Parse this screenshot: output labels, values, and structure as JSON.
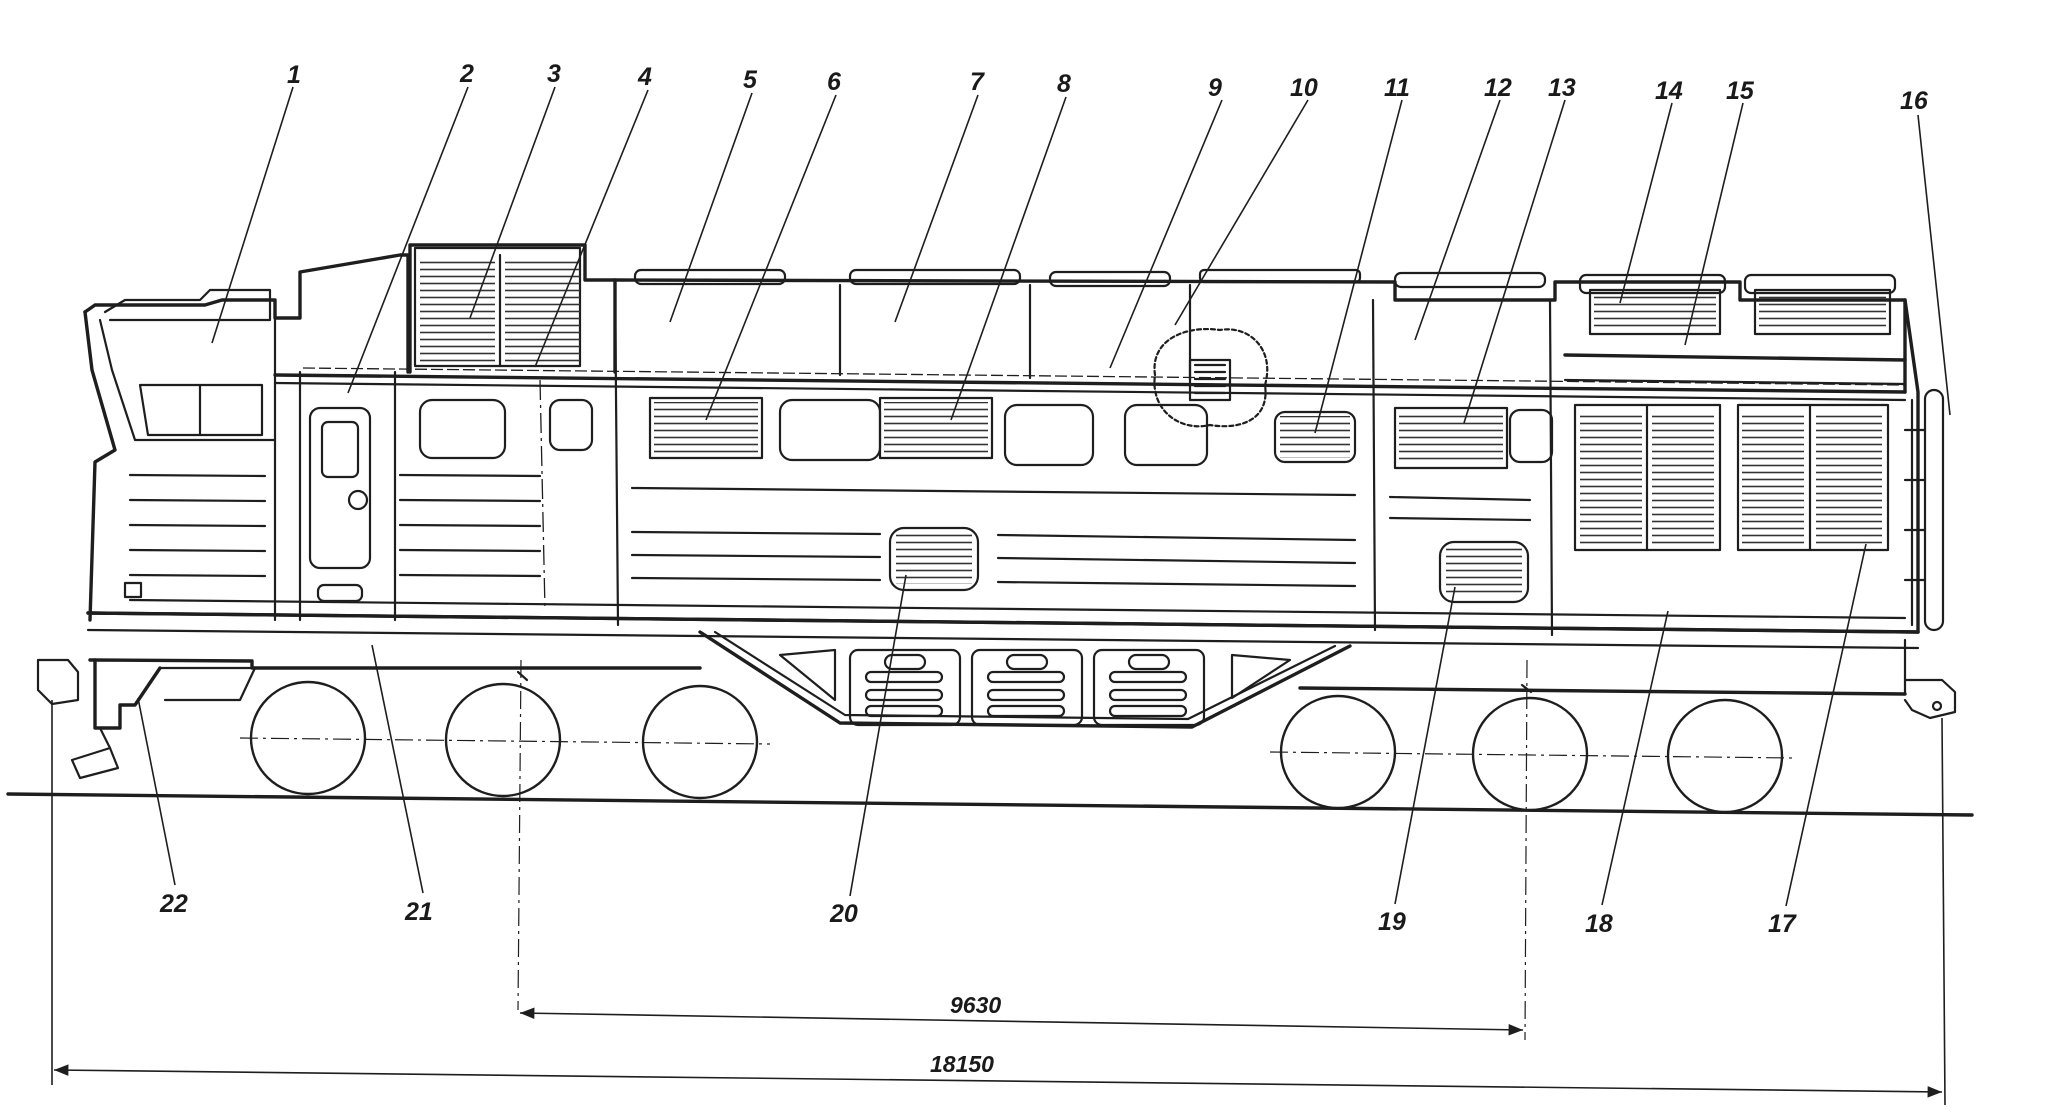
{
  "callouts": [
    "1",
    "2",
    "3",
    "4",
    "5",
    "6",
    "7",
    "8",
    "9",
    "10",
    "11",
    "12",
    "13",
    "14",
    "15",
    "16",
    "17",
    "18",
    "19",
    "20",
    "21",
    "22"
  ],
  "dimensions": {
    "bogie_centers": "9630",
    "overall_length": "18150"
  },
  "colors": {
    "ink": "#1e1e1e",
    "paper": "#ffffff"
  }
}
